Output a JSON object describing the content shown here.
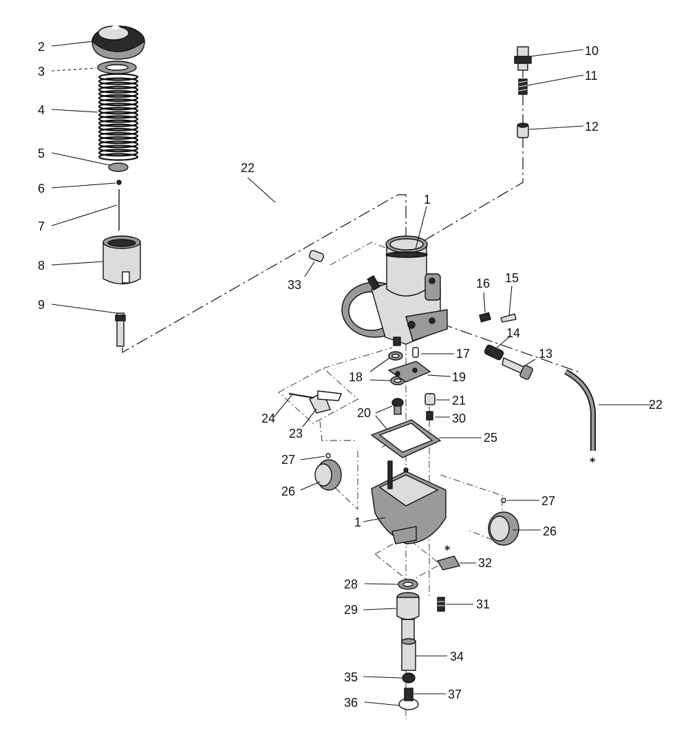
{
  "callouts": {
    "c1a": "1",
    "c1b": "1",
    "c2": "2",
    "c3": "3",
    "c4": "4",
    "c5": "5",
    "c6": "6",
    "c7": "7",
    "c8": "8",
    "c9": "9",
    "c10": "10",
    "c11": "11",
    "c12": "12",
    "c13": "13",
    "c14": "14",
    "c15": "15",
    "c16": "16",
    "c17": "17",
    "c18": "18",
    "c19": "19",
    "c20": "20",
    "c21": "21",
    "c22a": "22",
    "c22b": "22",
    "c23": "23",
    "c24": "24",
    "c25": "25",
    "c26a": "26",
    "c26b": "26",
    "c27a": "27",
    "c27b": "27",
    "c28": "28",
    "c29": "29",
    "c30": "30",
    "c31": "31",
    "c32": "32",
    "c33": "33",
    "c34": "34",
    "c35": "35",
    "c36": "36",
    "c37": "37"
  },
  "marks": {
    "star_a": "*",
    "star_b": "*"
  },
  "colors": {
    "ink": "#111111",
    "paper": "#ffffff"
  }
}
